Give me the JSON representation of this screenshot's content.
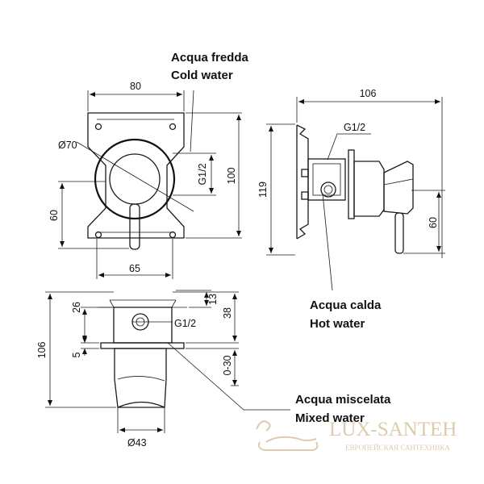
{
  "labels": {
    "cold_it": "Acqua fredda",
    "cold_en": "Cold water",
    "hot_it": "Acqua calda",
    "hot_en": "Hot water",
    "mixed_it": "Acqua miscelata",
    "mixed_en": "Mixed water"
  },
  "dimensions": {
    "front_width_80": "80",
    "front_diameter_70": "Ø70",
    "front_thread": "G1/2",
    "front_height_100": "100",
    "front_left_60": "60",
    "front_bottom_65": "65",
    "side_width_106": "106",
    "side_thread": "G1/2",
    "side_height_119": "119",
    "side_right_60": "60",
    "top_depth_106": "106",
    "top_26": "26",
    "top_5": "5",
    "top_13": "13",
    "top_38": "38",
    "top_range": "0-30",
    "top_thread": "G1/2",
    "top_diameter_43": "Ø43"
  },
  "watermark": {
    "brand": "LUX-SANTEH",
    "tagline": "ЕВРОПЕЙСКАЯ САНТЕХНИКА"
  }
}
